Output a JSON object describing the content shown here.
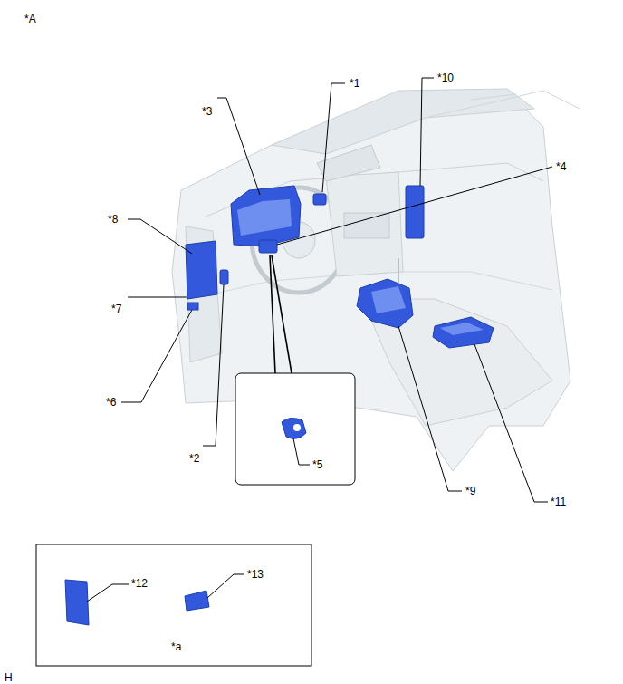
{
  "diagram": {
    "nodes": [
      {
        "text": [
          "*5"
        ]
      },
      {
        "text": [
          "*12",
          "*13",
          "*a"
        ]
      }
    ],
    "labels": [
      "*A",
      "*1",
      "*3",
      "*10",
      "*4",
      "*8",
      "*7",
      "*6",
      "*2",
      "*9",
      "*11",
      "H"
    ]
  }
}
